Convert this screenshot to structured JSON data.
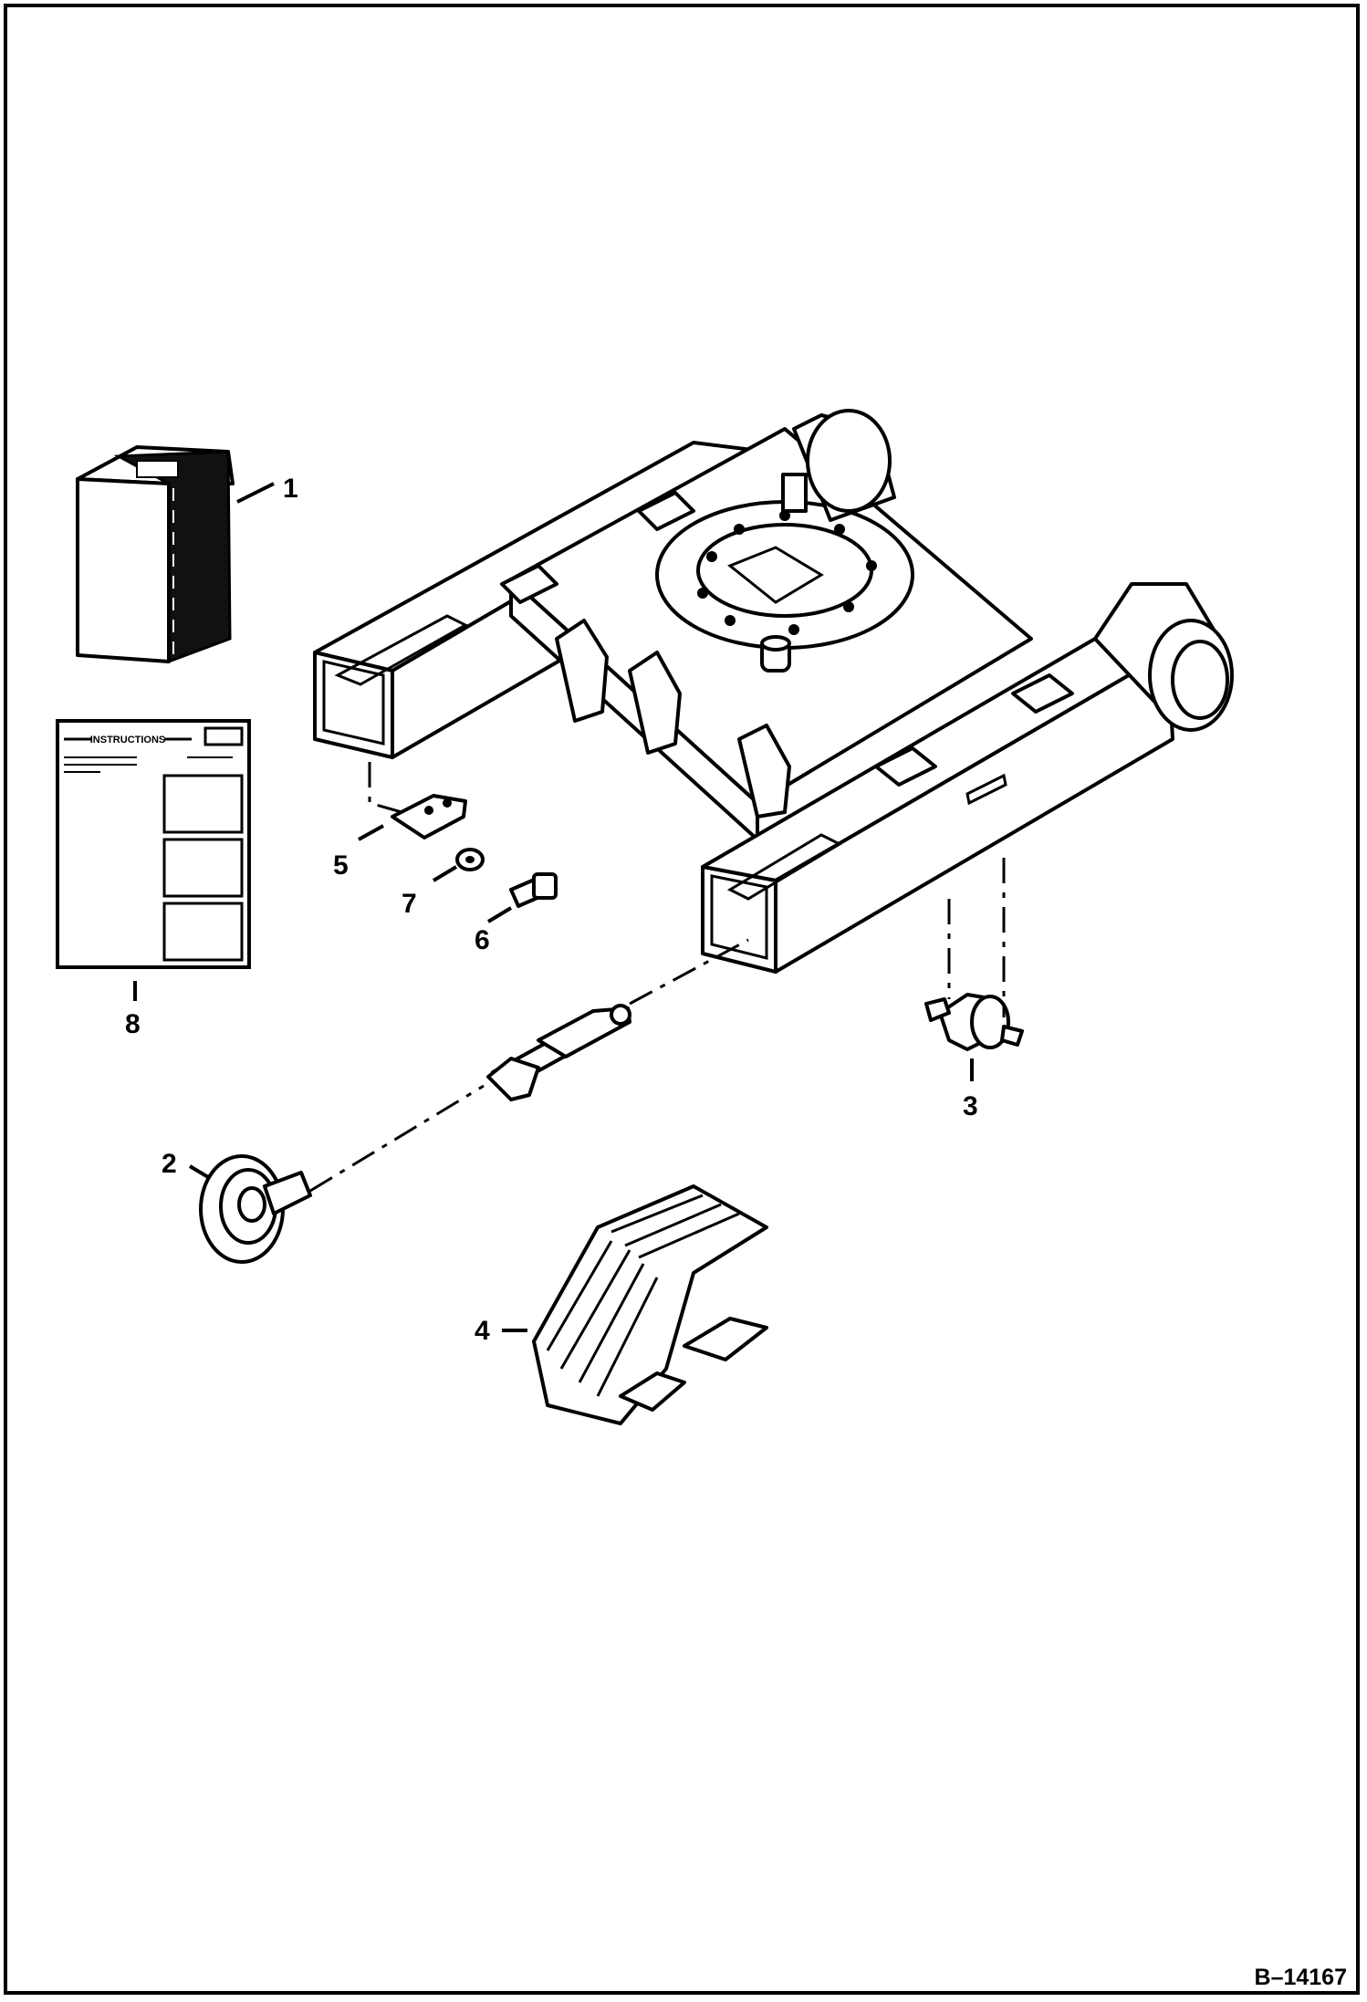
{
  "diagram": {
    "figure_id": "B–14167",
    "callouts": [
      "1",
      "2",
      "3",
      "4",
      "5",
      "6",
      "7",
      "8"
    ],
    "instruction_sheet": {
      "heading": "INSTRUCTIONS"
    }
  }
}
